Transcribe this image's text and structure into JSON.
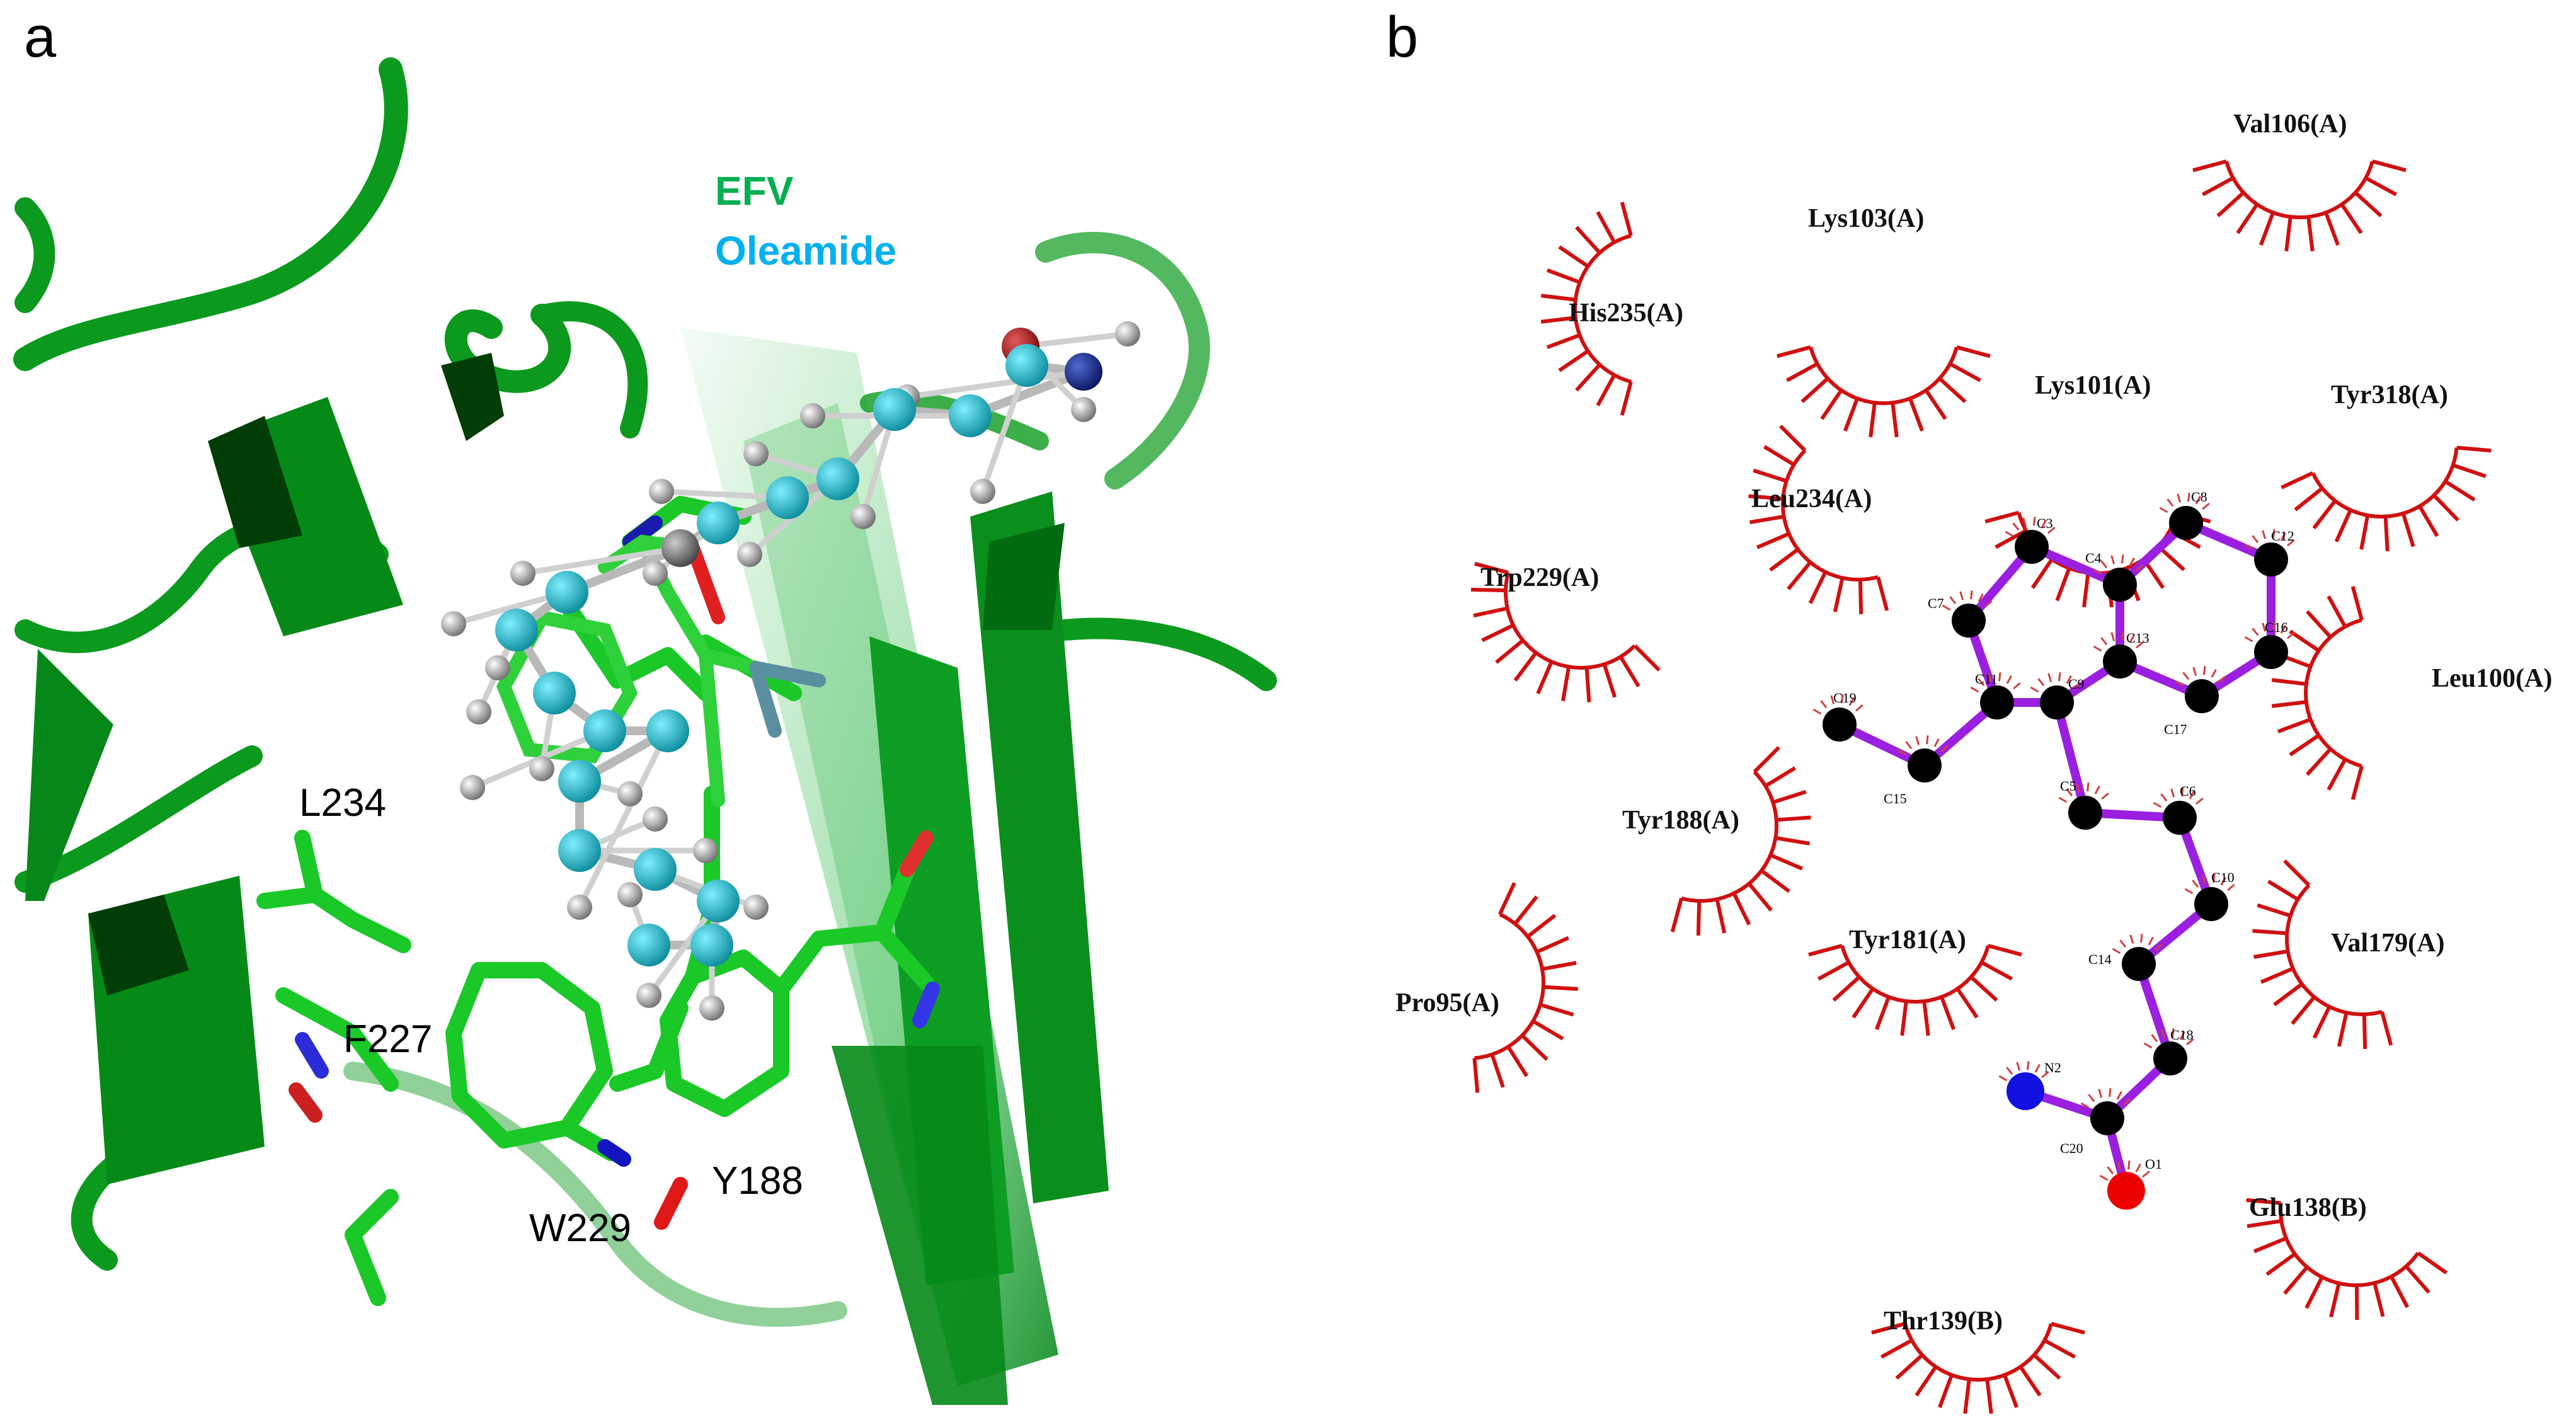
{
  "panels": {
    "a": {
      "letter": "a",
      "legend": {
        "efv": "EFV",
        "oleamide": "Oleamide"
      },
      "residue_labels": [
        "L234",
        "F227",
        "W229",
        "Y188"
      ]
    },
    "b": {
      "letter": "b",
      "residues": [
        "Val106(A)",
        "Lys103(A)",
        "His235(A)",
        "Lys101(A)",
        "Tyr318(A)",
        "Leu234(A)",
        "Trp229(A)",
        "Leu100(A)",
        "Tyr188(A)",
        "Tyr181(A)",
        "Val179(A)",
        "Pro95(A)",
        "Glu138(B)",
        "Thr139(B)"
      ],
      "atoms": [
        "C3",
        "C8",
        "C12",
        "C7",
        "C4",
        "C13",
        "C16",
        "C11",
        "C9",
        "C17",
        "C19",
        "C15",
        "C5",
        "C6",
        "C10",
        "C14",
        "C18",
        "N2",
        "C20",
        "O1"
      ]
    }
  },
  "colors": {
    "protein_green": "#0e9a1a",
    "protein_dark": "#006b10",
    "oleamide_cyan": "#1aa9b8",
    "hydrophobic_red": "#d01010",
    "bond_purple": "#9b1fe0",
    "nitrogen_blue": "#1010e0",
    "oxygen_red": "#ee0000"
  }
}
